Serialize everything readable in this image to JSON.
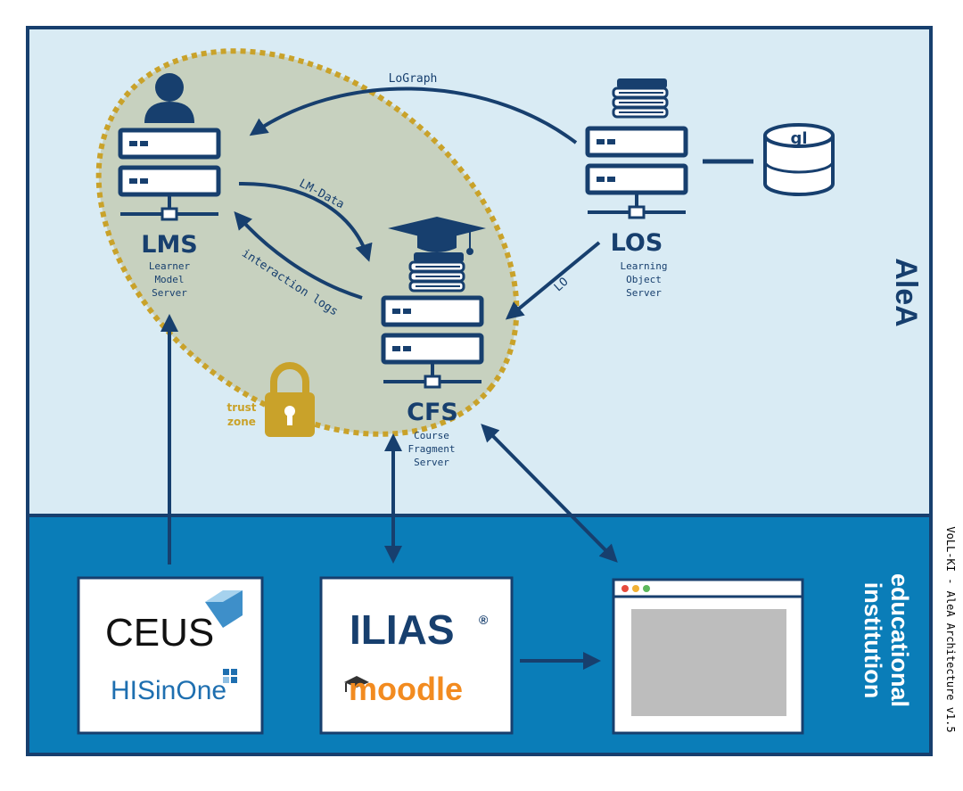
{
  "zones": {
    "alea": "AleA",
    "institution_line1": "educational",
    "institution_line2": "institution",
    "trust_zone_line1": "trust",
    "trust_zone_line2": "zone"
  },
  "servers": {
    "lms": {
      "name": "LMS",
      "desc": [
        "Learner",
        "Model",
        "Server"
      ]
    },
    "los": {
      "name": "LOS",
      "desc": [
        "Learning",
        "Object",
        "Server"
      ]
    },
    "cfs": {
      "name": "CFS",
      "desc": [
        "Course",
        "Fragment",
        "Server"
      ]
    }
  },
  "database_label": "gl",
  "edges": {
    "lograph": "LoGraph",
    "lm_data": "LM-Data",
    "interaction_logs": "interaction logs",
    "lo": "LO"
  },
  "institution_boxes": {
    "ceus": "CEUS",
    "hisinone": "HISinOne",
    "ilias": "ILIAS",
    "ilias_reg": "®",
    "moodle": "moodle"
  },
  "side_caption": "VoLL-KI - AleA Architecture v1.5",
  "colors": {
    "navy": "#173f6e",
    "alea_bg": "#d9ebf4",
    "institution_bg": "#0a7db8",
    "trust_fill": "#c7d1bf",
    "trust_border": "#c9a22a",
    "lock": "#c9a22a",
    "moodle_orange": "#f28b20"
  },
  "icons": {
    "user": "user-icon",
    "books": "books-icon",
    "grad_cap": "graduation-cap-icon",
    "lock": "lock-icon",
    "database": "database-icon",
    "browser": "browser-window-icon"
  }
}
